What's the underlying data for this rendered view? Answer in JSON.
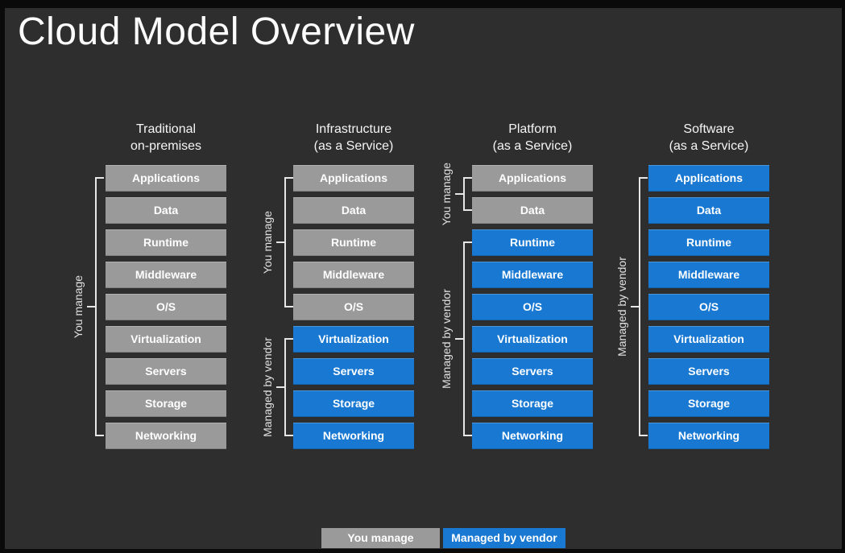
{
  "slide": {
    "title": "Cloud Model Overview"
  },
  "colors": {
    "background": "#2e2e2e",
    "frame": "#0a0a0a",
    "you_manage": "#9a9a9a",
    "managed_by_vendor": "#1878d2",
    "bracket": "#e6e6e6",
    "box_text": "#ffffff"
  },
  "columns": [
    {
      "header": {
        "line1": "Traditional",
        "line2": "on-premises"
      },
      "boxes": [
        {
          "label": "Applications",
          "managed_by": "you"
        },
        {
          "label": "Data",
          "managed_by": "you"
        },
        {
          "label": "Runtime",
          "managed_by": "you"
        },
        {
          "label": "Middleware",
          "managed_by": "you"
        },
        {
          "label": "O/S",
          "managed_by": "you"
        },
        {
          "label": "Virtualization",
          "managed_by": "you"
        },
        {
          "label": "Servers",
          "managed_by": "you"
        },
        {
          "label": "Storage",
          "managed_by": "you"
        },
        {
          "label": "Networking",
          "managed_by": "you"
        }
      ],
      "brackets": [
        {
          "label": "You manage",
          "from": "Applications",
          "to": "Networking"
        }
      ]
    },
    {
      "header": {
        "line1": "Infrastructure",
        "line2": "(as a Service)"
      },
      "boxes": [
        {
          "label": "Applications",
          "managed_by": "you"
        },
        {
          "label": "Data",
          "managed_by": "you"
        },
        {
          "label": "Runtime",
          "managed_by": "you"
        },
        {
          "label": "Middleware",
          "managed_by": "you"
        },
        {
          "label": "O/S",
          "managed_by": "you"
        },
        {
          "label": "Virtualization",
          "managed_by": "vendor"
        },
        {
          "label": "Servers",
          "managed_by": "vendor"
        },
        {
          "label": "Storage",
          "managed_by": "vendor"
        },
        {
          "label": "Networking",
          "managed_by": "vendor"
        }
      ],
      "brackets": [
        {
          "label": "You manage",
          "from": "Applications",
          "to": "O/S"
        },
        {
          "label": "Managed by vendor",
          "from": "Virtualization",
          "to": "Networking"
        }
      ]
    },
    {
      "header": {
        "line1": "Platform",
        "line2": "(as a Service)"
      },
      "boxes": [
        {
          "label": "Applications",
          "managed_by": "you"
        },
        {
          "label": "Data",
          "managed_by": "you"
        },
        {
          "label": "Runtime",
          "managed_by": "vendor"
        },
        {
          "label": "Middleware",
          "managed_by": "vendor"
        },
        {
          "label": "O/S",
          "managed_by": "vendor"
        },
        {
          "label": "Virtualization",
          "managed_by": "vendor"
        },
        {
          "label": "Servers",
          "managed_by": "vendor"
        },
        {
          "label": "Storage",
          "managed_by": "vendor"
        },
        {
          "label": "Networking",
          "managed_by": "vendor"
        }
      ],
      "brackets": [
        {
          "label": "You manage",
          "from": "Applications",
          "to": "Data"
        },
        {
          "label": "Managed by vendor",
          "from": "Runtime",
          "to": "Networking"
        }
      ]
    },
    {
      "header": {
        "line1": "Software",
        "line2": "(as a Service)"
      },
      "boxes": [
        {
          "label": "Applications",
          "managed_by": "vendor"
        },
        {
          "label": "Data",
          "managed_by": "vendor"
        },
        {
          "label": "Runtime",
          "managed_by": "vendor"
        },
        {
          "label": "Middleware",
          "managed_by": "vendor"
        },
        {
          "label": "O/S",
          "managed_by": "vendor"
        },
        {
          "label": "Virtualization",
          "managed_by": "vendor"
        },
        {
          "label": "Servers",
          "managed_by": "vendor"
        },
        {
          "label": "Storage",
          "managed_by": "vendor"
        },
        {
          "label": "Networking",
          "managed_by": "vendor"
        }
      ],
      "brackets": [
        {
          "label": "Managed by vendor",
          "from": "Applications",
          "to": "Networking"
        }
      ]
    }
  ],
  "legend": {
    "items": [
      {
        "label": "You manage",
        "type": "you"
      },
      {
        "label": "Managed by vendor",
        "type": "vendor"
      }
    ]
  }
}
